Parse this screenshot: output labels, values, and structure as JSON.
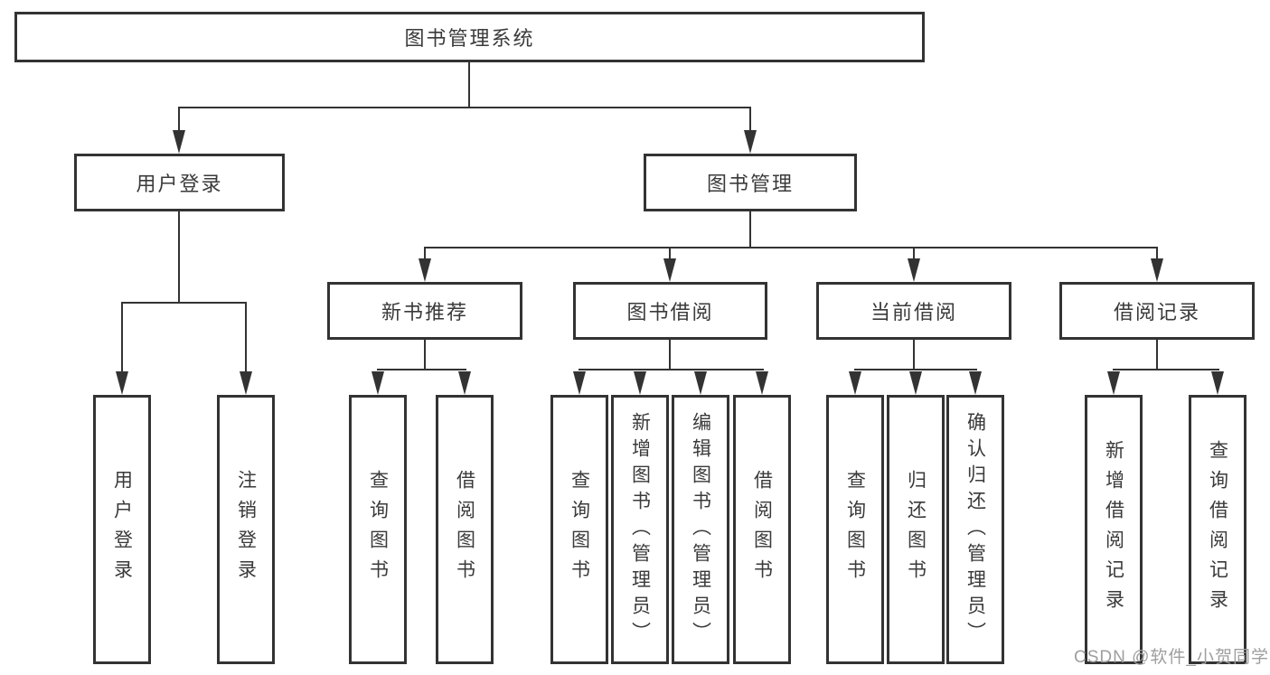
{
  "diagram": {
    "type": "hierarchy-tree",
    "title": "图书管理系统",
    "colors": {
      "line": "#333333",
      "box_border": "#333333",
      "text": "#3a3a3a",
      "watermark": "#9e9e9e",
      "background": "#ffffff"
    },
    "nodes": {
      "root": {
        "label": "图书管理系统"
      },
      "level1": [
        {
          "id": "user-login-group",
          "label": "用户登录",
          "parent": "图书管理系统"
        },
        {
          "id": "book-management",
          "label": "图书管理",
          "parent": "图书管理系统"
        }
      ],
      "level2": [
        {
          "id": "new-book-recommend",
          "label": "新书推荐",
          "parent": "图书管理"
        },
        {
          "id": "book-borrowing",
          "label": "图书借阅",
          "parent": "图书管理"
        },
        {
          "id": "current-borrowing",
          "label": "当前借阅",
          "parent": "图书管理"
        },
        {
          "id": "borrowing-records",
          "label": "借阅记录",
          "parent": "图书管理"
        }
      ],
      "leaves": [
        {
          "id": "user-login",
          "label": "用户登录",
          "parent": "用户登录"
        },
        {
          "id": "logout",
          "label": "注销登录",
          "parent": "用户登录"
        },
        {
          "id": "query-books-1",
          "label": "查询图书",
          "parent": "新书推荐"
        },
        {
          "id": "borrow-books-1",
          "label": "借阅图书",
          "parent": "新书推荐"
        },
        {
          "id": "query-books-2",
          "label": "查询图书",
          "parent": "图书借阅"
        },
        {
          "id": "add-books-admin",
          "label": "新增图书（管理员）",
          "parent": "图书借阅"
        },
        {
          "id": "edit-books-admin",
          "label": "编辑图书（管理员）",
          "parent": "图书借阅"
        },
        {
          "id": "borrow-books-2",
          "label": "借阅图书",
          "parent": "图书借阅"
        },
        {
          "id": "query-books-3",
          "label": "查询图书",
          "parent": "当前借阅"
        },
        {
          "id": "return-books",
          "label": "归还图书",
          "parent": "当前借阅"
        },
        {
          "id": "confirm-return-admin",
          "label": "确认归还（管理员）",
          "parent": "当前借阅"
        },
        {
          "id": "add-borrow-record",
          "label": "新增借阅记录",
          "parent": "借阅记录"
        },
        {
          "id": "query-borrow-record",
          "label": "查询借阅记录",
          "parent": "借阅记录"
        }
      ]
    },
    "watermark": "CSDN @软件_小贺同学"
  }
}
